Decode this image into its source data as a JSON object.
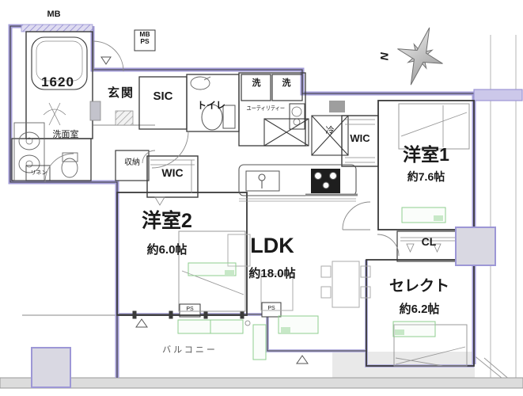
{
  "floor_plan": {
    "compass": {
      "north": "N"
    },
    "rooms": {
      "bedroom1": {
        "name": "洋室1",
        "size": "約7.6帖"
      },
      "bedroom2": {
        "name": "洋室2",
        "size": "約6.0帖"
      },
      "ldk": {
        "name": "LDK",
        "size": "約18.0帖"
      },
      "select": {
        "name": "セレクト",
        "size": "約6.2帖"
      },
      "entrance": {
        "name": "玄関"
      },
      "shoe_closet": {
        "name": "SIC"
      },
      "toilet": {
        "name": "トイレ"
      },
      "washroom": {
        "name": "洗面室"
      },
      "utility": {
        "name": "ユーティリティー"
      },
      "bathroom": {
        "size": "1620"
      },
      "wic_left": {
        "name": "WIC"
      },
      "wic_right": {
        "name": "WIC"
      },
      "storage": {
        "name": "収納"
      },
      "linen": {
        "name": "リネン"
      },
      "closet": {
        "name": "CL"
      },
      "balcony": {
        "name": "バルコニー"
      }
    },
    "fixtures": {
      "meter_box": "MB",
      "meter_box_top": "MB",
      "pipe_space_top": "PS",
      "washer_left": "洗",
      "washer_right": "洗",
      "refrigerator": "冷",
      "pipe_space_left": "PS",
      "pipe_space_right": "PS"
    },
    "colors": {
      "outer_wall": "#a49ed8",
      "wall_fill": "#ccc8ea",
      "inner_wall": "#3a3a3a",
      "pillar": "#d9d8e2",
      "annotation_green": "#8fce8f",
      "floor": "#ffffff"
    }
  }
}
